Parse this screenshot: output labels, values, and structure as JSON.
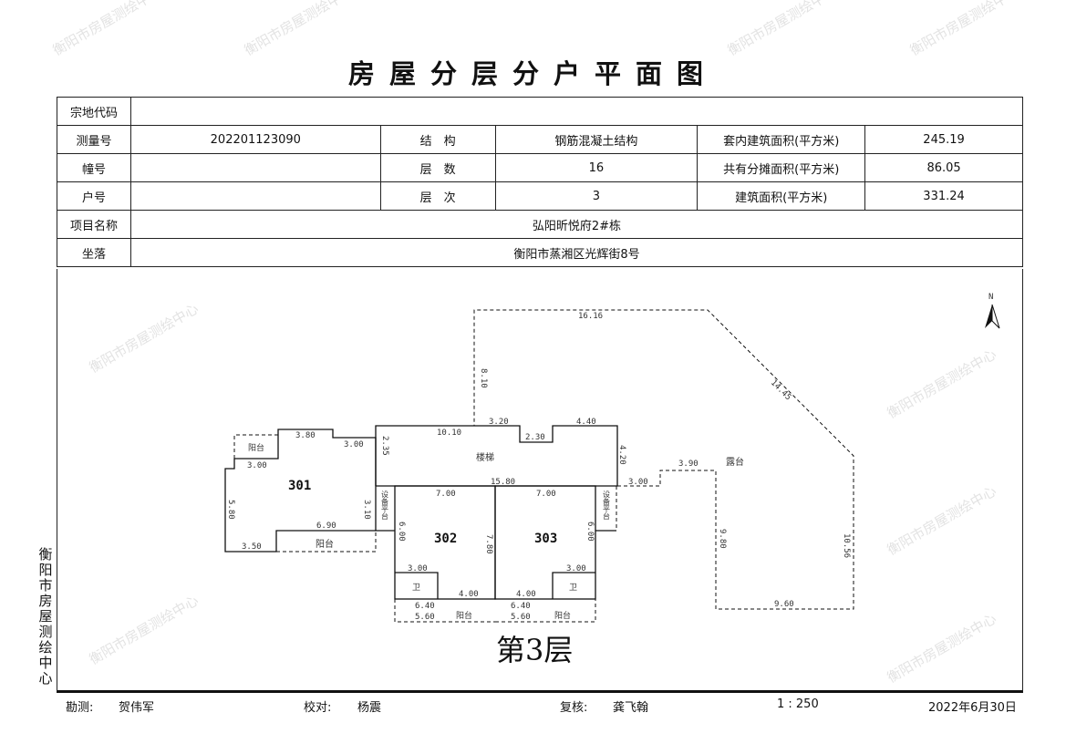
{
  "title": "房屋分层分户平面图",
  "table": {
    "parcel_code_label": "宗地代码",
    "parcel_code": "",
    "survey_no_label": "测量号",
    "survey_no": "202201123090",
    "structure_label": "结　构",
    "structure": "钢筋混凝土结构",
    "inner_area_label": "套内建筑面积(平方米)",
    "inner_area": "245.19",
    "building_no_label": "幢号",
    "building_no": "",
    "floors_label": "层　数",
    "floors": "16",
    "shared_area_label": "共有分摊面积(平方米)",
    "shared_area": "86.05",
    "unit_no_label": "户号",
    "unit_no": "",
    "floor_label": "层　次",
    "floor": "3",
    "building_area_label": "建筑面积(平方米)",
    "building_area": "331.24",
    "project_label": "项目名称",
    "project": "弘阳昕悦府2#栋",
    "location_label": "坐落",
    "location": "衡阳市蒸湘区光辉街8号"
  },
  "plan": {
    "floor_title": "第3层",
    "north": "N",
    "rooms": {
      "r301": "301",
      "r302": "302",
      "r303": "303",
      "stairs": "楼梯",
      "terrace": "露台",
      "balcony": "阳台",
      "toilet": "卫",
      "platform": "设备平台"
    },
    "dims": {
      "d1": "16.16",
      "d2": "8.10",
      "d3": "14.45",
      "d4": "3.20",
      "d5": "4.40",
      "d6": "10.10",
      "d7": "2.30",
      "d8": "3.80",
      "d9": "3.00",
      "d10": "2.35",
      "d11": "4.20",
      "d12": "15.80",
      "d13": "3.00",
      "d14": "3.90",
      "d15": "7.00",
      "d16": "7.00",
      "d17": "6.00",
      "d18": "6.00",
      "d19": "7.80",
      "d20": "3.10",
      "d21": "6.90",
      "d22": "5.80",
      "d23": "3.50",
      "d24": "3.00",
      "d25": "3.00",
      "d26": "4.00",
      "d27": "4.00",
      "d28": "6.40",
      "d29": "6.40",
      "d30": "5.60",
      "d31": "5.60",
      "d32": "9.80",
      "d33": "10.56",
      "d34": "9.60",
      "d35": "3.00"
    }
  },
  "side_text": "衡阳市房屋测绘中心",
  "watermark": "衡阳市房屋测绘中心",
  "footer": {
    "surveyor_label": "勘测:",
    "surveyor": "贺伟军",
    "checker_label": "校对:",
    "checker": "杨震",
    "reviewer_label": "复核:",
    "reviewer": "龚飞翰",
    "scale": "1 : 250",
    "date": "2022年6月30日"
  }
}
